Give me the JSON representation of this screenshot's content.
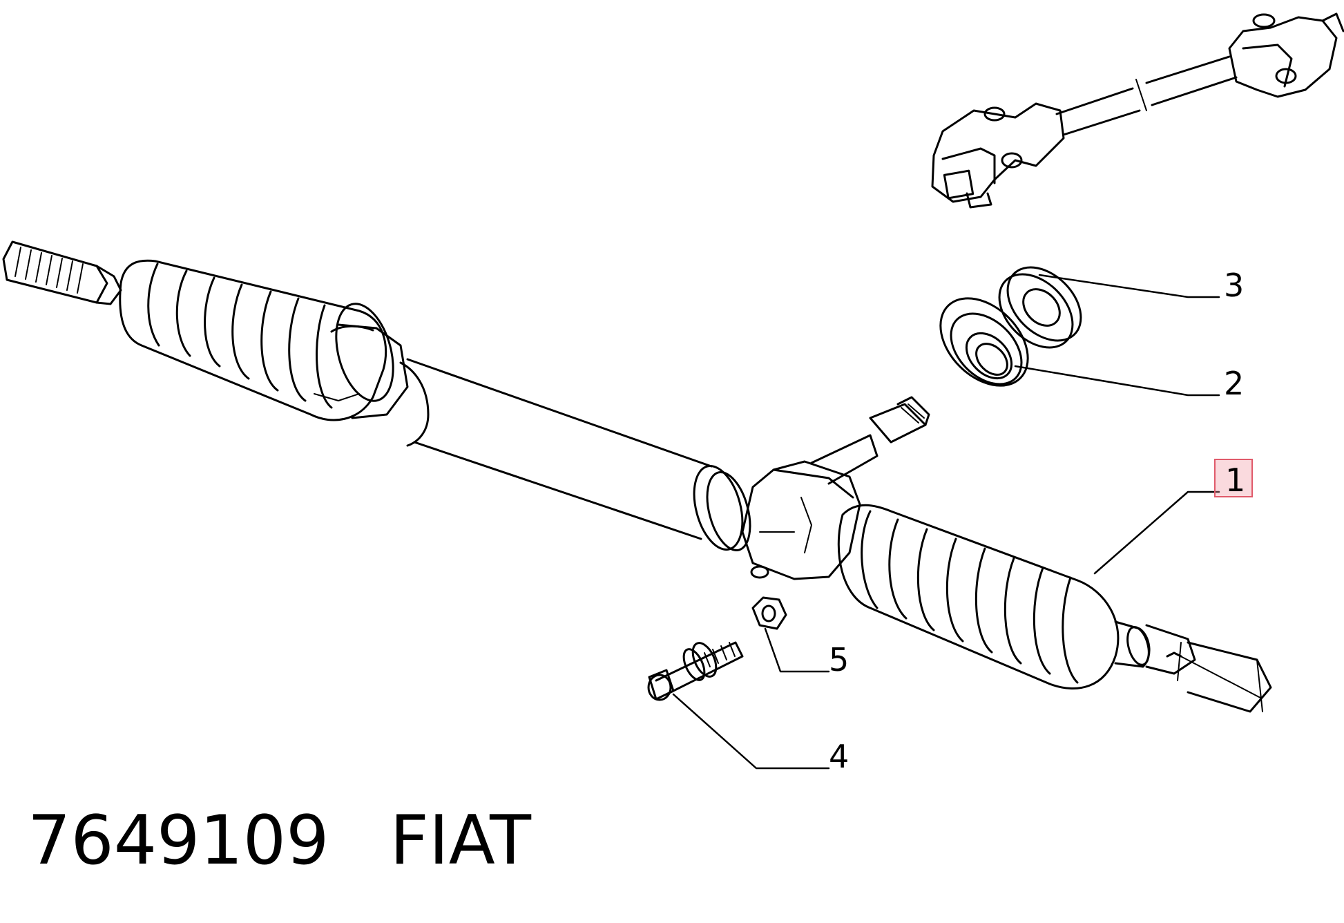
{
  "callouts": {
    "c1": "1",
    "c2": "2",
    "c3": "3",
    "c4": "4",
    "c5": "5"
  },
  "caption": {
    "part_number": "7649109",
    "brand": "FIAT"
  },
  "colors": {
    "line": "#000000",
    "highlight_border": "#e05a6a",
    "highlight_fill": "#f0a0aa"
  }
}
